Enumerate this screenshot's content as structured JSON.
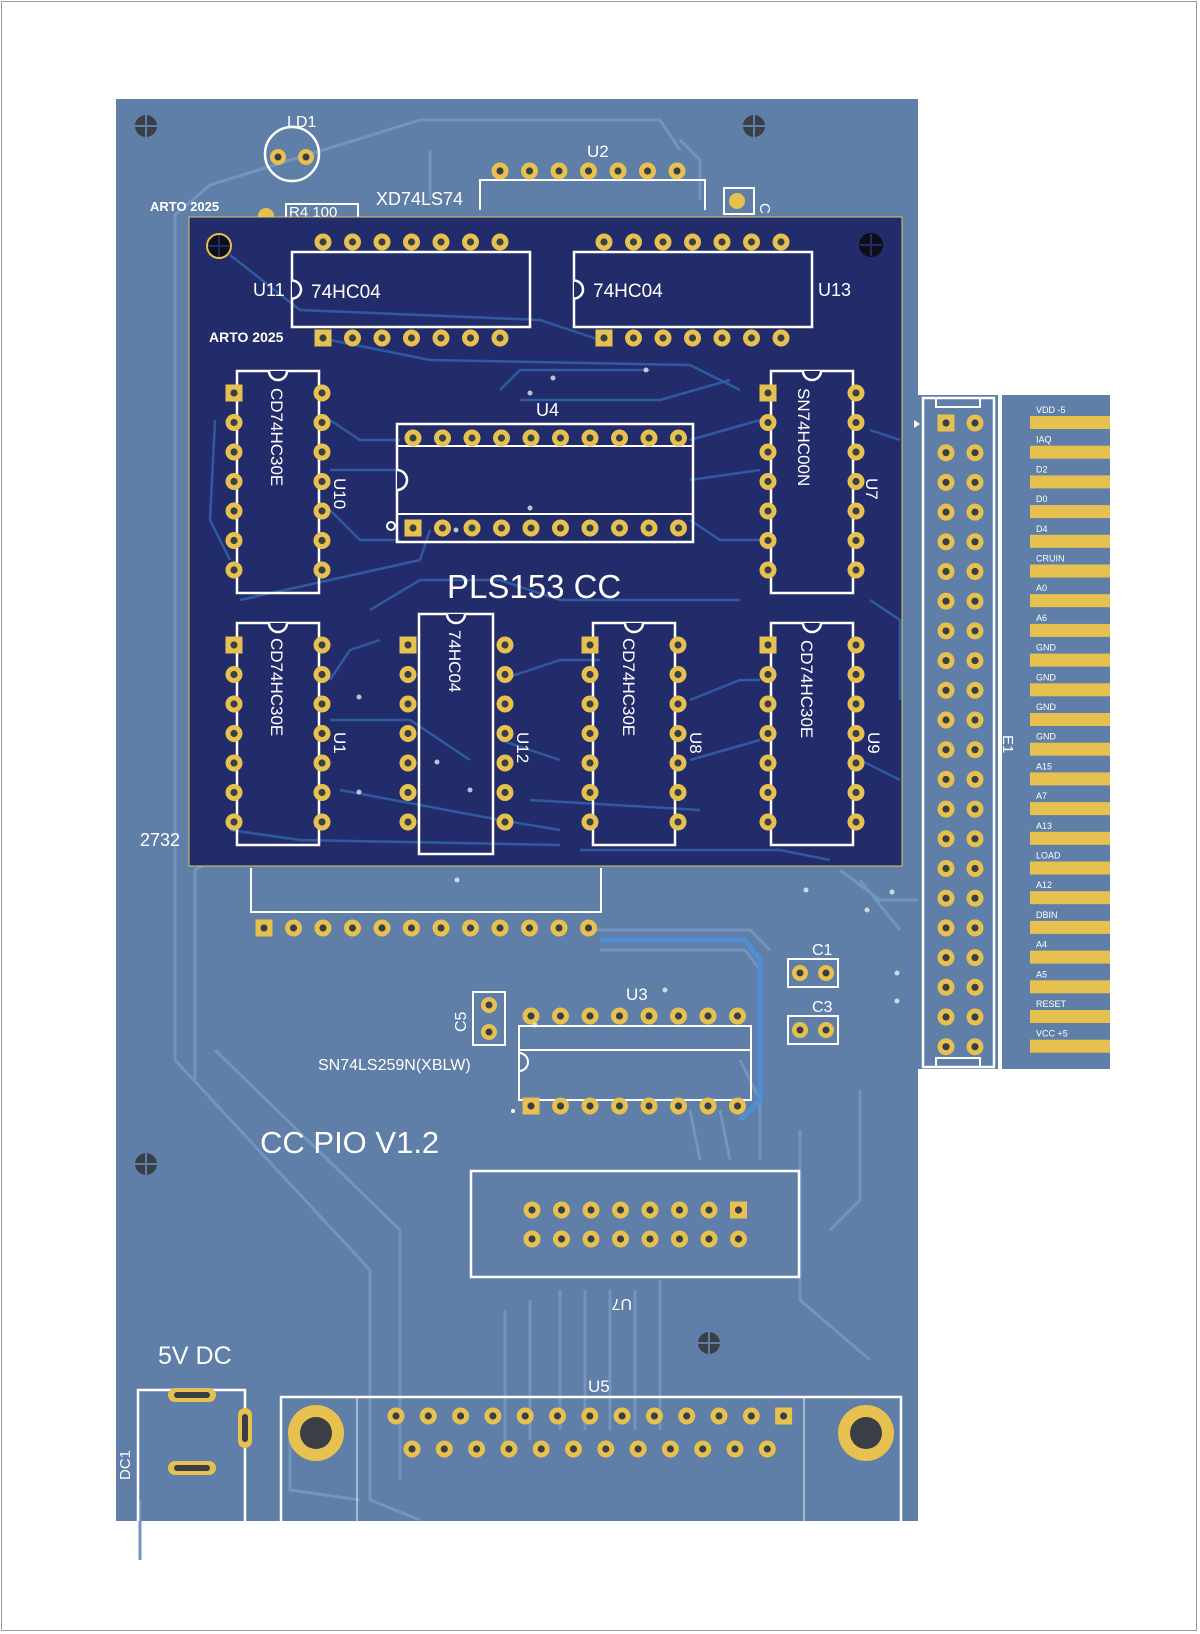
{
  "main_board": {
    "markings": {
      "ld1": "LD1",
      "u2": "U2",
      "xd74ls74": "XD74LS74",
      "r4": "R4 100",
      "artist_stamp": "ARTO 2025",
      "c_right": "C",
      "eprom_ref": "2732",
      "c1": "C1",
      "c3": "C3",
      "c5": "C5",
      "u3": "U3",
      "u3_part": "SN74LS259N(XBLW)",
      "board_title": "CC PIO V1.2",
      "u7_rot": "U7",
      "u5": "U5",
      "power_label": "5V DC",
      "dc1": "DC1",
      "e1": "E1"
    },
    "edge_pins": [
      "VDD -5",
      "IAQ",
      "D2",
      "D0",
      "D4",
      "CRUIN",
      "A0",
      "A6",
      "GND",
      "GND",
      "GND",
      "GND",
      "A15",
      "A7",
      "A13",
      "LOAD",
      "A12",
      "DBIN",
      "A4",
      "A5",
      "RESET",
      "VCC +5"
    ]
  },
  "daughter_board": {
    "title": "PLS153 CC",
    "artist_stamp": "ARTO 2025",
    "chips": {
      "u11": {
        "ref": "U11",
        "part": "74HC04"
      },
      "u13": {
        "ref": "U13",
        "part": "74HC04"
      },
      "u10": {
        "ref": "U10",
        "part": "CD74HC30E"
      },
      "u4": {
        "ref": "U4",
        "part": ""
      },
      "u7": {
        "ref": "U7",
        "part": "SN74HC00N"
      },
      "u1": {
        "ref": "U1",
        "part": "CD74HC30E"
      },
      "u12": {
        "ref": "U12",
        "part": "74HC04"
      },
      "u8": {
        "ref": "U8",
        "part": "CD74HC30E"
      },
      "u9": {
        "ref": "U9",
        "part": "CD74HC30E"
      }
    }
  },
  "colors": {
    "main_board": "#5f7ea8",
    "main_trace": "#7394bd",
    "daughter_board": "#232c6b",
    "daughter_trace": "#2f5aa0",
    "pad_gold": "#e7c14f",
    "silkscreen": "#ffffff",
    "hole": "#3a3f46"
  }
}
